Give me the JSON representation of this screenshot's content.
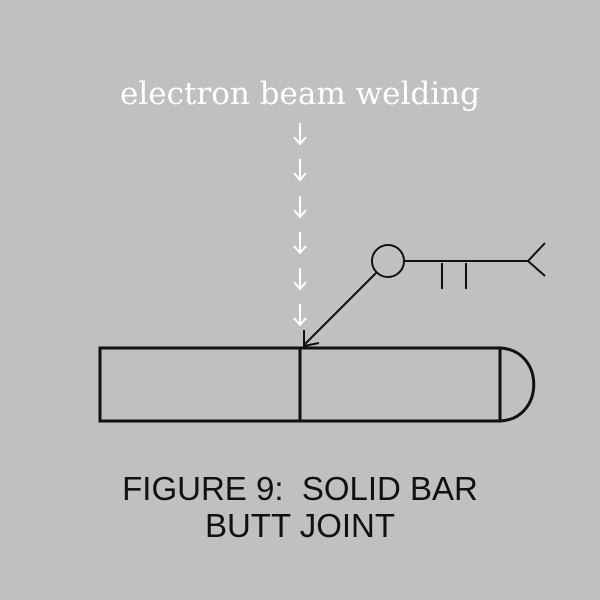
{
  "figure": {
    "beam_label": "electron beam welding",
    "caption_line1": "FIGURE 9:  SOLID BAR",
    "caption_line2": "BUTT JOINT"
  },
  "colors": {
    "background": "#c0c0c0",
    "line": "#111111",
    "beam": "#ffffff"
  }
}
